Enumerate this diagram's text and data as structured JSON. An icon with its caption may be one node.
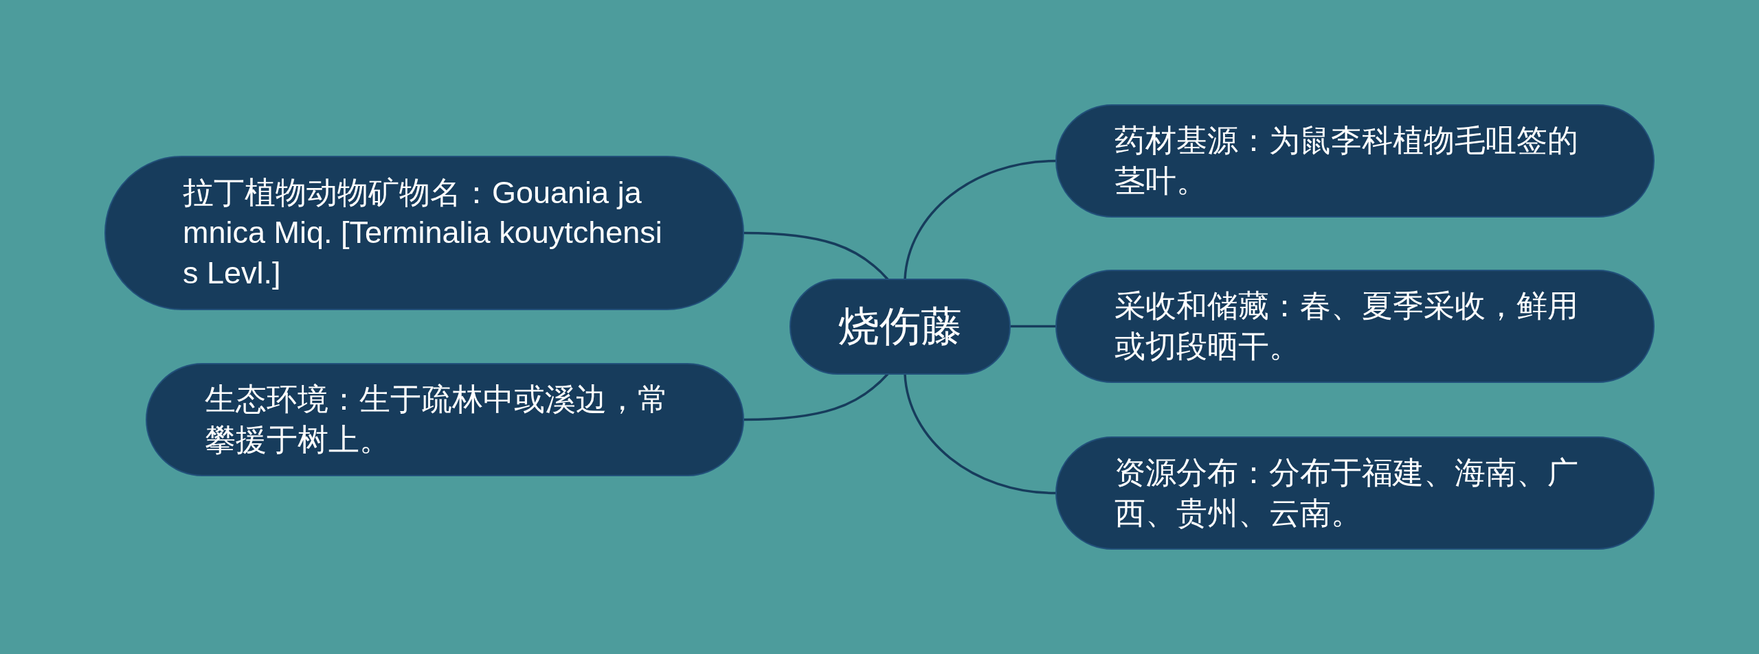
{
  "diagram": {
    "nodes": [
      {
        "text": [
          "烧伤藤"
        ]
      },
      {
        "text": [
          "拉丁植物动物矿物名：Gouania jamnica Miq. [Terminalia kouytchensis Levl.]"
        ]
      },
      {
        "text": [
          "生态环境：生于疏林中或溪边，常攀援于树上。"
        ]
      },
      {
        "text": [
          "药材基源：为鼠李科植物毛咀签的茎叶。"
        ]
      },
      {
        "text": [
          "采收和储藏：春、夏季采收，鲜用或切段晒干。"
        ]
      },
      {
        "text": [
          "资源分布：分布于福建、海南、广西、贵州、云南。"
        ]
      }
    ],
    "edges": [
      {
        "from": 0,
        "to": 1,
        "arrow": "none"
      },
      {
        "from": 0,
        "to": 2,
        "arrow": "none"
      },
      {
        "from": 0,
        "to": 3,
        "arrow": "none"
      },
      {
        "from": 0,
        "to": 4,
        "arrow": "none"
      },
      {
        "from": 0,
        "to": 5,
        "arrow": "none"
      }
    ]
  }
}
